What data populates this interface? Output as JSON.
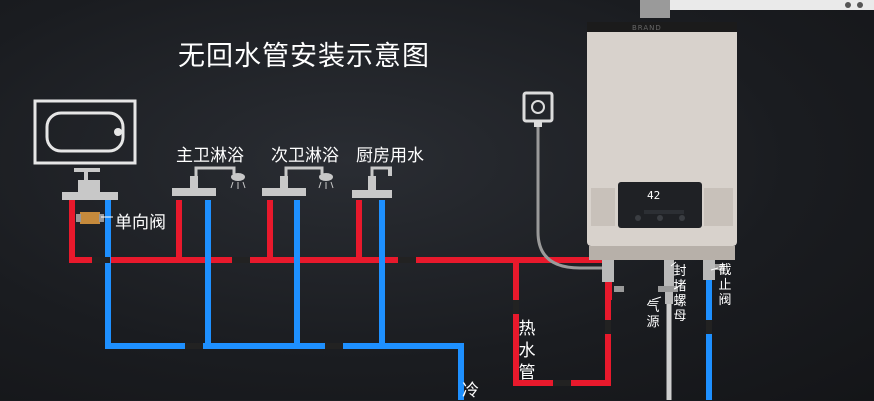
{
  "title": "无回水管安装示意图",
  "fixtures": {
    "master_bath": "主卫淋浴",
    "second_bath": "次卫淋浴",
    "kitchen": "厨房用水"
  },
  "valve_label": "单向阀",
  "pipes": {
    "hot": "热水管",
    "cold": "冷"
  },
  "heater": {
    "brand": "BRAND",
    "display": "42",
    "nut_label": "封堵螺母",
    "gas_label": "气源",
    "stop_label": "截止阀"
  },
  "colors": {
    "hot_pipe": "#e8192c",
    "cold_pipe": "#1e90ff",
    "background": "#1c1e22"
  }
}
